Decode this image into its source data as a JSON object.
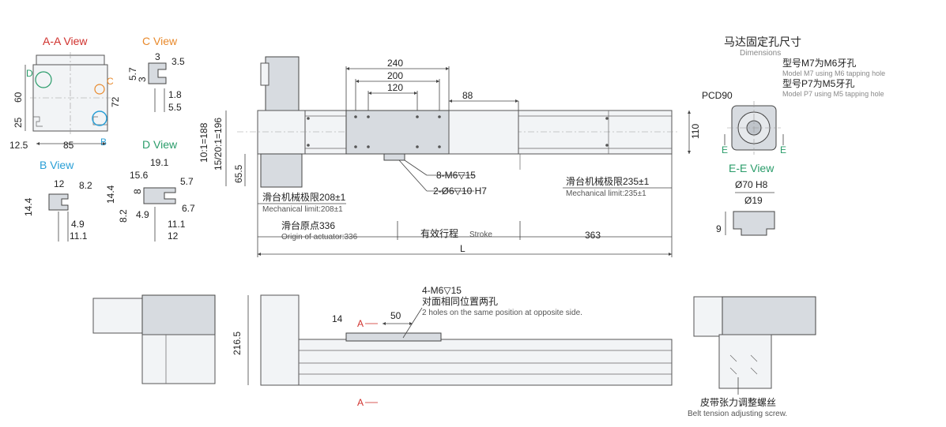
{
  "views": {
    "aa_title": "A-A View",
    "c_title": "C View",
    "b_title": "B View",
    "d_title": "D View",
    "ee_title": "E-E View"
  },
  "aa_dims": {
    "d60": "60",
    "d25": "25",
    "d12_5": "12.5",
    "d85": "85",
    "d72": "72",
    "mark_d": "D",
    "mark_c": "C",
    "mark_b": "B"
  },
  "c_dims": {
    "d3": "3",
    "d3_5": "3.5",
    "d5_7": "5.7",
    "d3b": "3",
    "d1_8": "1.8",
    "d5_5": "5.5"
  },
  "b_dims": {
    "d12": "12",
    "d8_2": "8.2",
    "d14_4": "14.4",
    "d4_9": "4.9",
    "d11_1": "11.1"
  },
  "d_dims": {
    "d19_1": "19.1",
    "d15_6": "15.6",
    "d5_7": "5.7",
    "d14_4": "14.4",
    "d8": "8",
    "d6_7": "6.7",
    "d8_2": "8.2",
    "d4_9": "4.9",
    "d11_1": "11.1",
    "d12": "12"
  },
  "main": {
    "d240": "240",
    "d200": "200",
    "d120": "120",
    "d88": "88",
    "d110": "110",
    "d10_1": "10:1=188",
    "d15_20": "15/20:1=196",
    "d65_5": "65.5",
    "hole1": "8-M6▽15",
    "hole2": "2-Ø6▽10 H7",
    "mech_left_cn": "滑台机械极限208±1",
    "mech_left_en": "Mechanical limit:208±1",
    "origin_cn": "滑台原点336",
    "origin_en": "Origin of actuator:336",
    "stroke_cn": "有效行程",
    "stroke_en": "Stroke",
    "d363": "363",
    "len": "L",
    "mech_right_cn": "滑台机械极限235±1",
    "mech_right_en": "Mechanical limit:235±1"
  },
  "motor": {
    "title_cn": "马达固定孔尺寸",
    "title_en": "Dimensions",
    "m7_cn": "型号M7为M6牙孔",
    "m7_en": "Model M7 using M6 tapping hole",
    "p7_cn": "型号P7为M5牙孔",
    "p7_en": "Model P7 using M5 tapping hole",
    "pcd": "PCD90",
    "e_mark": "E",
    "d70": "Ø70 H8",
    "d19": "Ø19",
    "d9": "9"
  },
  "bottom": {
    "d216_5": "216.5",
    "d14": "14",
    "d50": "50",
    "a_mark": "A",
    "holes_cn": "4-M6▽15",
    "holes_cn2": "对面相同位置两孔",
    "holes_en": "2 holes on the same position at opposite side.",
    "belt_cn": "皮带张力调整螺丝",
    "belt_en": "Belt tension adjusting screw."
  }
}
